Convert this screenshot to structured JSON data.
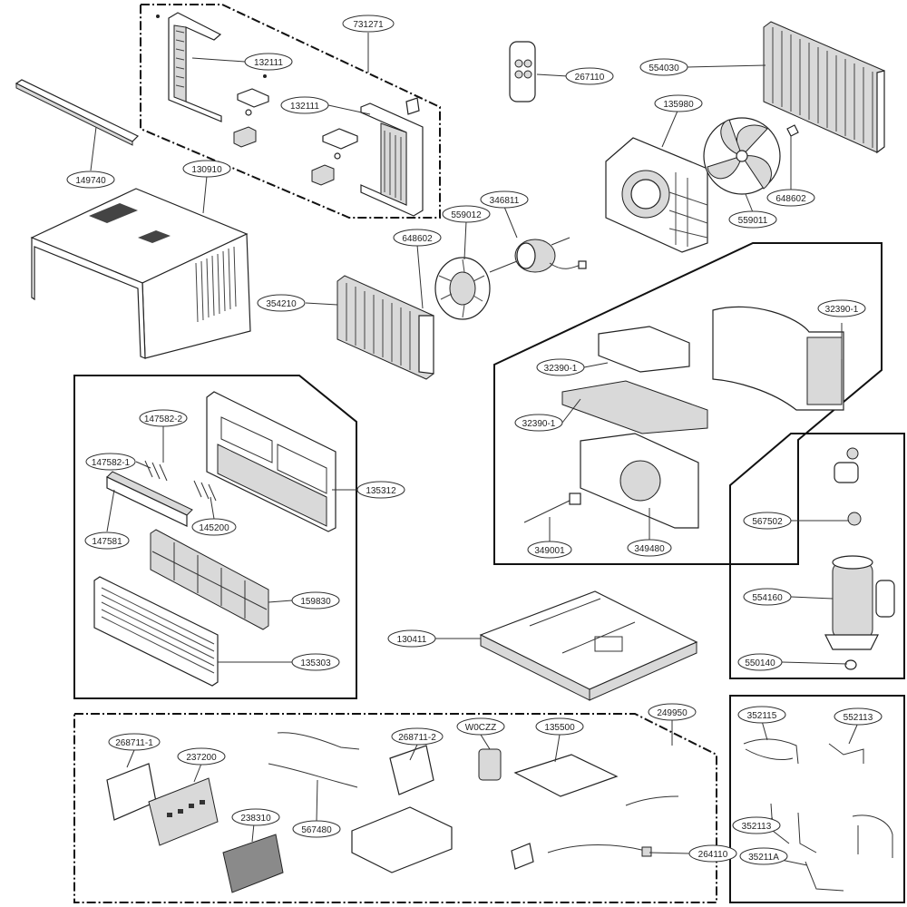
{
  "labels": {
    "l731271": "731271",
    "l132111a": "132111",
    "l132111b": "132111",
    "l149740": "149740",
    "l130910": "130910",
    "l267110": "267110",
    "l554030": "554030",
    "l135980": "135980",
    "l559012": "559012",
    "l346811": "346811",
    "l648602a": "648602",
    "l648602b": "648602",
    "l559011": "559011",
    "l354210": "354210",
    "l32390a": "32390-1",
    "l32390b": "32390-1",
    "l32390c": "32390-1",
    "l349001": "349001",
    "l349480": "349480",
    "l147582a": "147582-2",
    "l147582b": "147582-1",
    "l147581": "147581",
    "l145200": "145200",
    "l135312": "135312",
    "l159830": "159830",
    "l135303": "135303",
    "l130411": "130411",
    "l567502": "567502",
    "l554160": "554160",
    "l550140": "550140",
    "l249950": "249950",
    "l268711a": "268711-1",
    "l237200": "237200",
    "l268711b": "268711-2",
    "lW0CZZ": "W0CZZ",
    "l135500": "135500",
    "l238310": "238310",
    "l567480": "567480",
    "l264110": "264110",
    "l352115": "352115",
    "l552113": "552113",
    "l352113": "352113",
    "l35211A": "35211A"
  }
}
